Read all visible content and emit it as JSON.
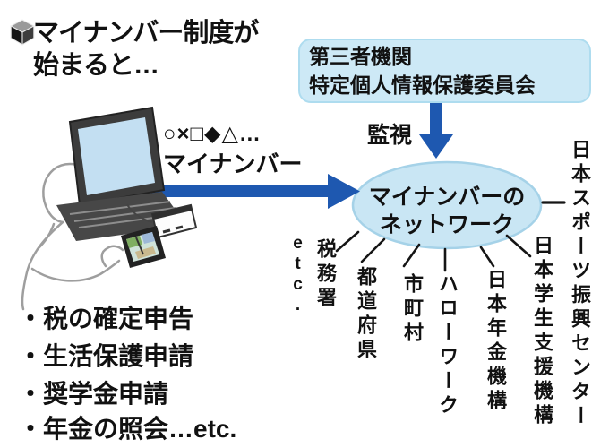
{
  "title": {
    "line1": "マイナンバー制度が",
    "line2": "始まると…"
  },
  "commission": {
    "line1": "第三者機関",
    "line2": "特定個人情報保護委員会"
  },
  "surveillance_label": "監視",
  "sender": {
    "symbols": "○×□◆△…",
    "label": "マイナンバー"
  },
  "network": {
    "line1": "マイナンバーの",
    "line2": "ネットワーク"
  },
  "organizations": [
    {
      "label": "etc."
    },
    {
      "label": "税務署"
    },
    {
      "label": "都道府県"
    },
    {
      "label": "市町村"
    },
    {
      "label": "ハローワーク"
    },
    {
      "label": "日本年金機構"
    },
    {
      "label": "日本学生支援機構"
    },
    {
      "label": "日本スポーツ振興センター"
    }
  ],
  "use_cases": [
    "・税の確定申告",
    "・生活保護申請",
    "・奨学金申請",
    "・年金の照会…etc."
  ],
  "colors": {
    "arrow_blue": "#1e58b0",
    "panel_fill": "#cde9f6",
    "panel_border": "#aedcef",
    "ellipse_fill": "#c9e6f4",
    "ellipse_stroke": "#a5d2e8",
    "text": "#111111"
  }
}
